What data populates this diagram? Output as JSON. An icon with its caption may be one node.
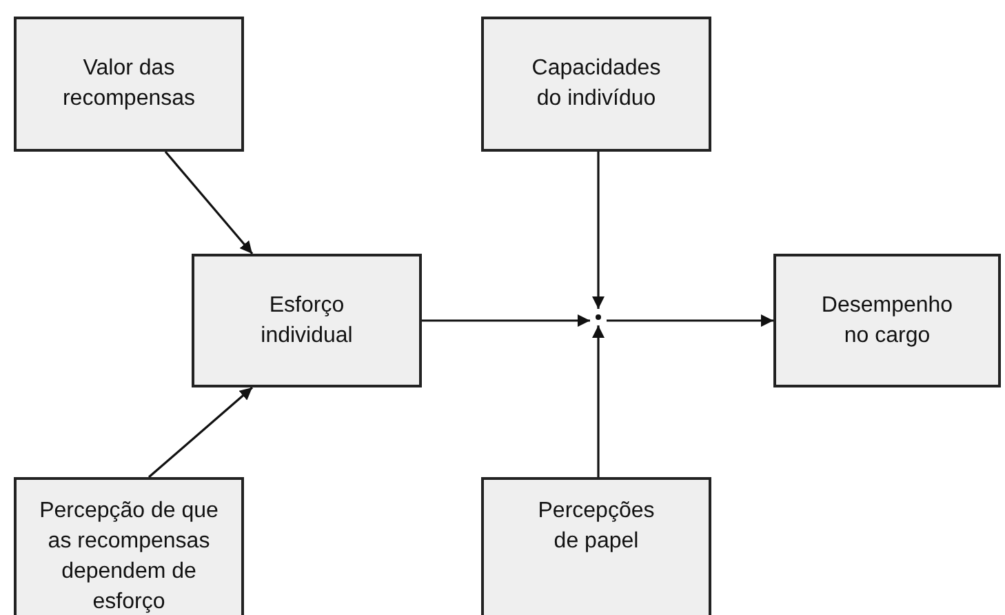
{
  "diagram": {
    "nodes": [
      {
        "text": [
          "Valor das recompensas"
        ]
      },
      {
        "text": [
          "Capacidades do indivíduo"
        ]
      },
      {
        "text": [
          "Esforço individual"
        ]
      },
      {
        "text": [],
        "shape": "point"
      },
      {
        "text": [
          "Desempenho no cargo"
        ]
      },
      {
        "text": [
          "Percepção de que as recompensas dependem de esforço"
        ]
      },
      {
        "text": [
          "Percepções de papel"
        ]
      }
    ],
    "edges": [
      {
        "from": 0,
        "to": 2,
        "arrow": "to"
      },
      {
        "from": 5,
        "to": 2,
        "arrow": "to"
      },
      {
        "from": 2,
        "to": 3,
        "arrow": "to"
      },
      {
        "from": 1,
        "to": 3,
        "arrow": "to"
      },
      {
        "from": 6,
        "to": 3,
        "arrow": "to"
      },
      {
        "from": 3,
        "to": 4,
        "arrow": "to"
      }
    ]
  }
}
